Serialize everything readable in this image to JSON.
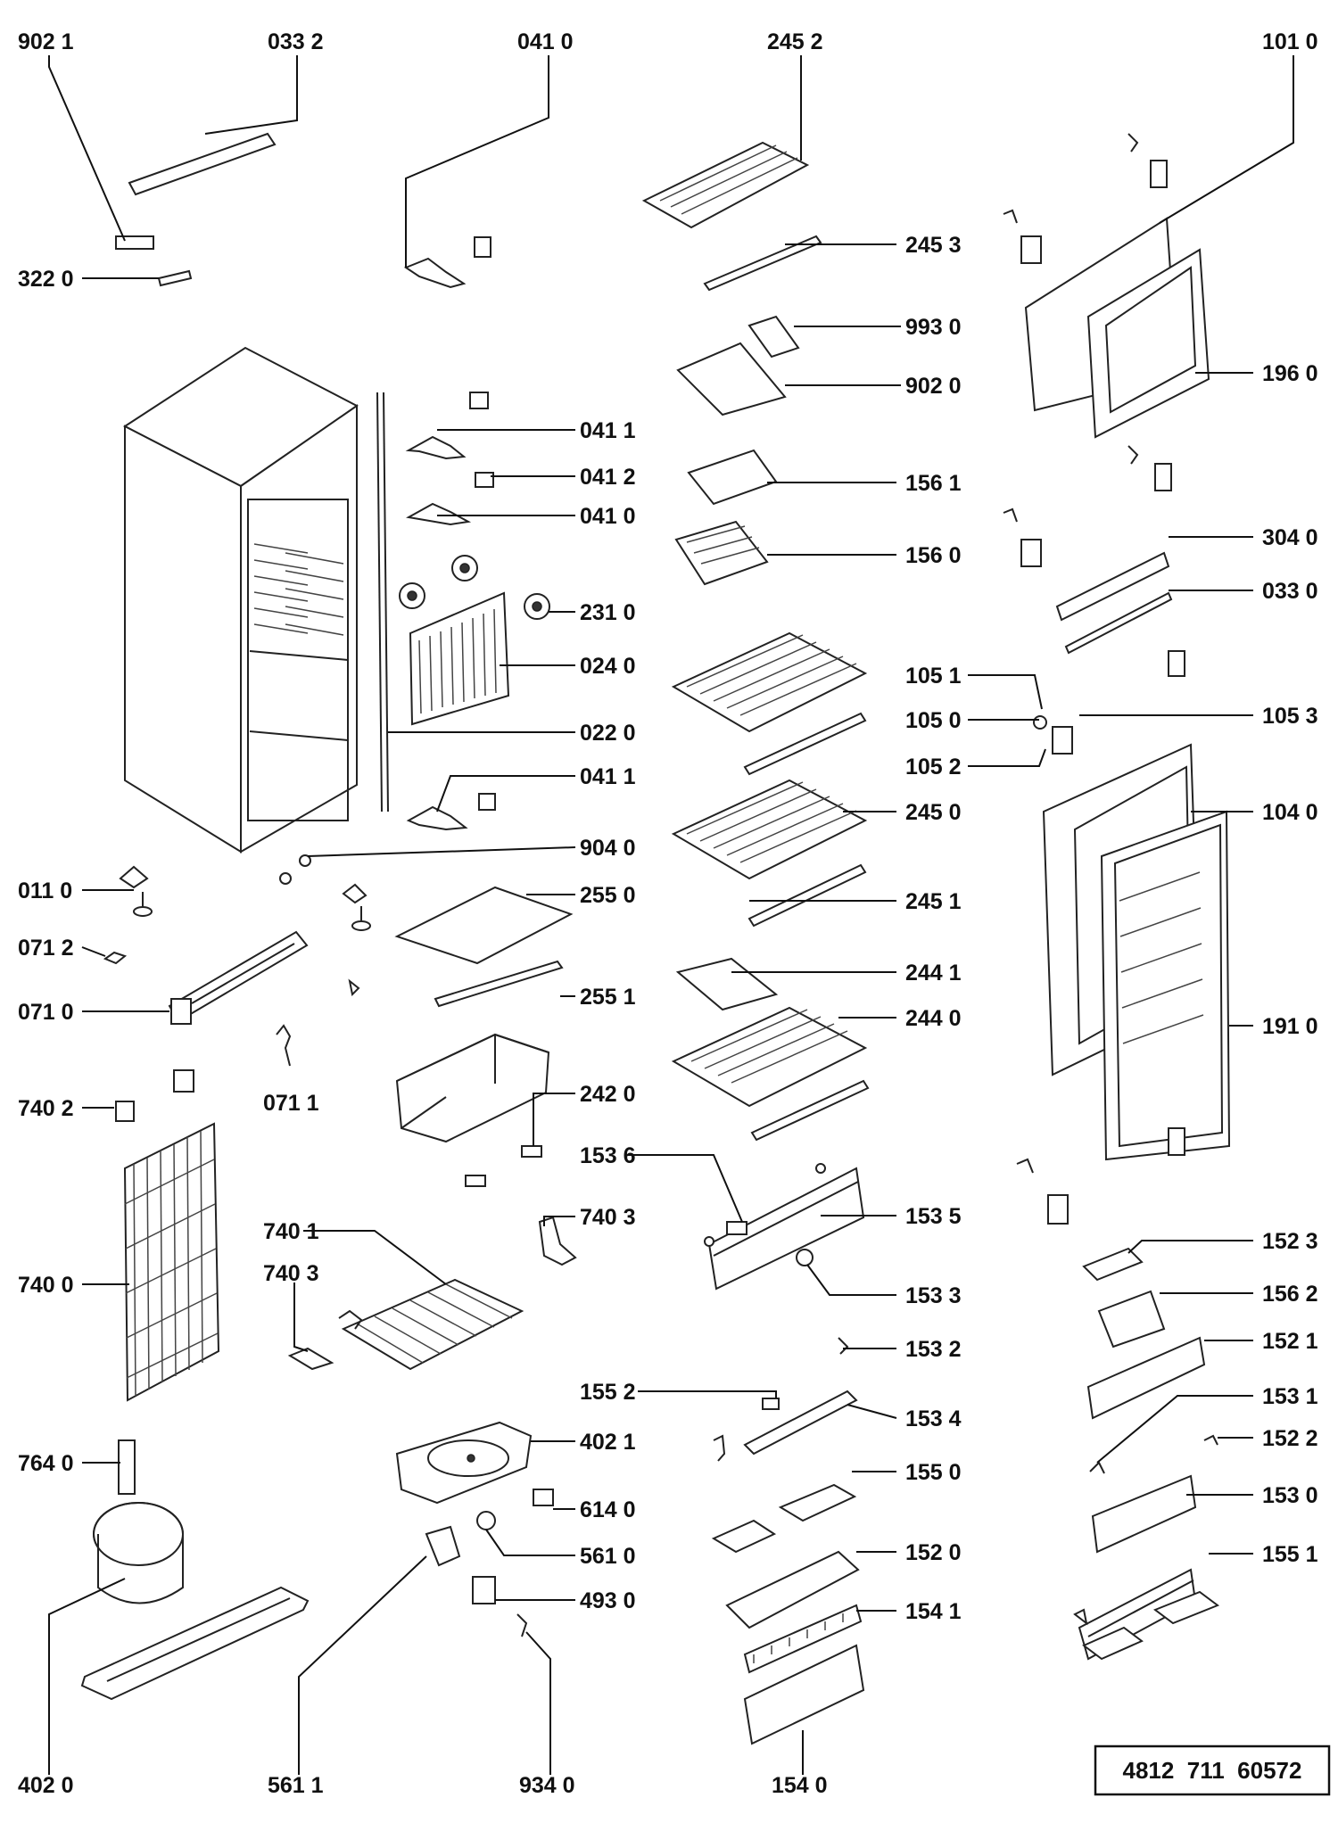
{
  "labels": [
    "902 1",
    "033 2",
    "041 0",
    "245 2",
    "101 0",
    "322 0",
    "245 3",
    "993 0",
    "902 0",
    "196 0",
    "041 1",
    "041 2",
    "041 0",
    "156 1",
    "156 0",
    "304 0",
    "033 0",
    "231 0",
    "024 0",
    "105 1",
    "105 0",
    "105 3",
    "022 0",
    "105 2",
    "041 1",
    "245 0",
    "104 0",
    "904 0",
    "011 0",
    "255 0",
    "245 1",
    "071 2",
    "244 1",
    "071 0",
    "255 1",
    "244 0",
    "191 0",
    "740 2",
    "071 1",
    "242 0",
    "153 6",
    "740 1",
    "740 3",
    "153 5",
    "740 0",
    "740 3",
    "153 3",
    "152 3",
    "156 2",
    "152 1",
    "153 2",
    "155 2",
    "153 4",
    "153 1",
    "402 1",
    "152 2",
    "764 0",
    "155 0",
    "153 0",
    "614 0",
    "561 0",
    "152 0",
    "155 1",
    "493 0",
    "154 1",
    "402 0",
    "561 1",
    "934 0",
    "154 0"
  ],
  "document_number": "4812  711  60572"
}
